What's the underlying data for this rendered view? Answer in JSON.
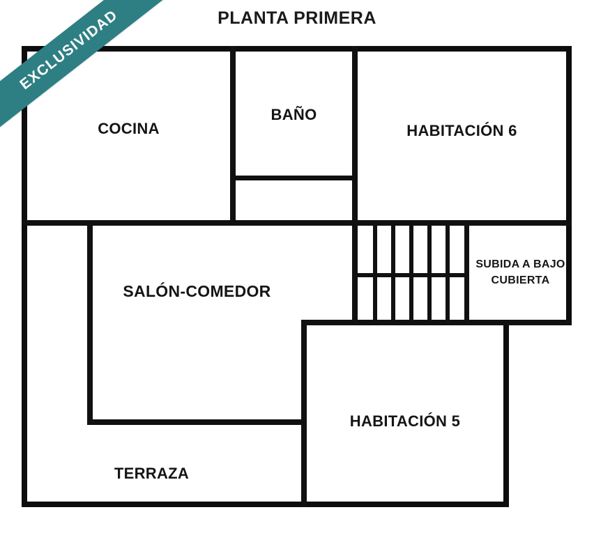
{
  "plan": {
    "title": "PLANTA PRIMERA",
    "ribbon_label": "EXCLUSIVIDAD",
    "ribbon_color": "#2e7f83",
    "wall_color": "#111111",
    "background_color": "#ffffff",
    "text_color": "#151515"
  },
  "rooms": [
    {
      "id": "cocina",
      "label": "COCINA"
    },
    {
      "id": "bano",
      "label": "BAÑO"
    },
    {
      "id": "habitacion6",
      "label": "HABITACIÓN 6"
    },
    {
      "id": "salon",
      "label": "SALÓN-COMEDOR"
    },
    {
      "id": "stairs_note",
      "label_line1": "SUBIDA A BAJO",
      "label_line2": "CUBIERTA"
    },
    {
      "id": "habitacion5",
      "label": "HABITACIÓN 5"
    },
    {
      "id": "terraza",
      "label": "TERRAZA"
    }
  ],
  "stairs": {
    "tread_count": 6,
    "has_mid_landing_line": true
  }
}
